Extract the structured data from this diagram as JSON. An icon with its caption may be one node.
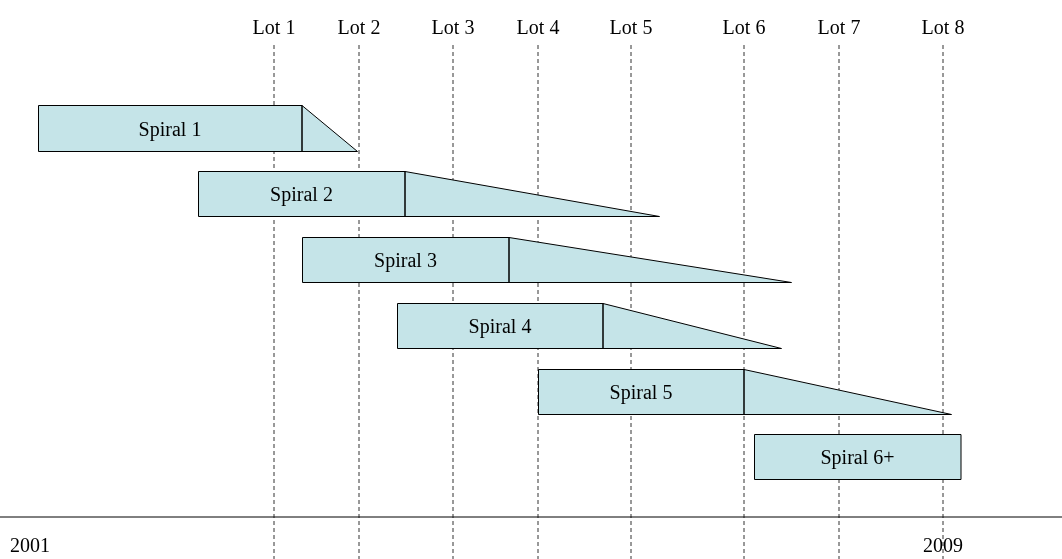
{
  "diagram": {
    "nodes": [
      {
        "text": [
          "Spiral 1"
        ]
      },
      {
        "text": [
          "Spiral 2"
        ]
      },
      {
        "text": [
          "Spiral 3"
        ]
      },
      {
        "text": [
          "Spiral 4"
        ]
      },
      {
        "text": [
          "Spiral 5"
        ]
      },
      {
        "text": [
          "Spiral 6+"
        ]
      }
    ],
    "labels": [
      "Lot 1",
      "Lot 2",
      "Lot 3",
      "Lot 4",
      "Lot 5",
      "Lot 6",
      "Lot 7",
      "Lot 8",
      "2001",
      "2009"
    ]
  }
}
